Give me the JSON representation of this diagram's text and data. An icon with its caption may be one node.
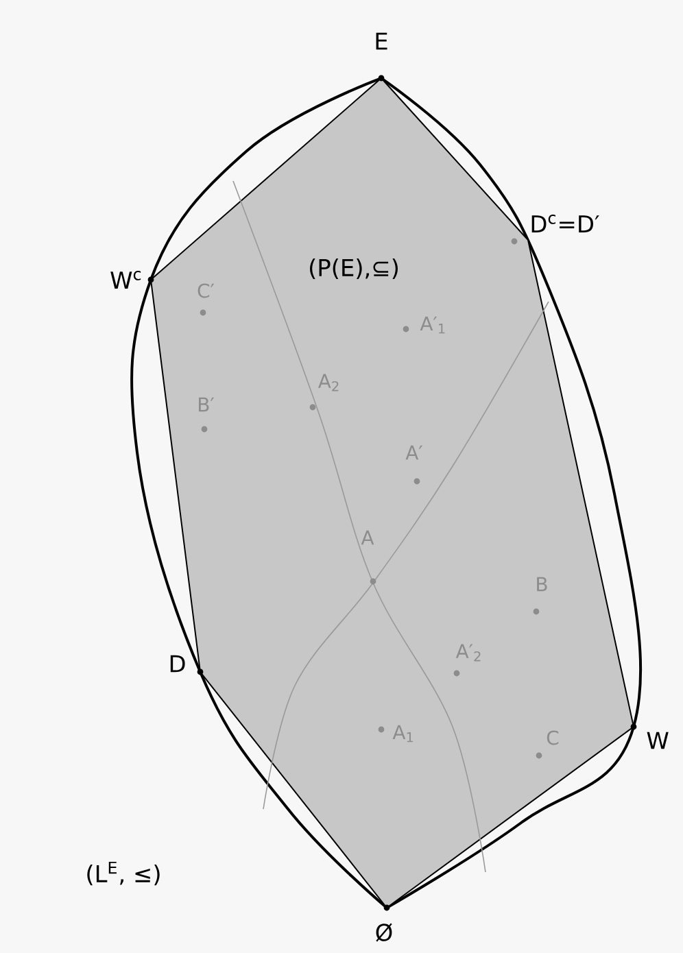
{
  "diagram": {
    "labels": [
      "E",
      "D$^{c}$=D′",
      "W$^{c}$",
      "(P(E),⊆)",
      "C′",
      "A′$_{1}$",
      "A$_{2}$",
      "B′",
      "A′",
      "A",
      "B",
      "D",
      "A′$_{2}$",
      "A$_{1}$",
      "C",
      "W",
      "(L$^{E}$, ≤)",
      "Ø"
    ]
  }
}
